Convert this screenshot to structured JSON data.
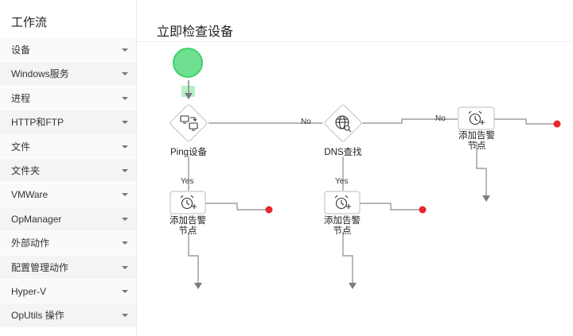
{
  "sidebar": {
    "title": "工作流",
    "items": [
      {
        "label": "设备"
      },
      {
        "label": "Windows服务"
      },
      {
        "label": "进程"
      },
      {
        "label": "HTTP和FTP"
      },
      {
        "label": "文件"
      },
      {
        "label": "文件夹"
      },
      {
        "label": "VMWare"
      },
      {
        "label": "OpManager"
      },
      {
        "label": "外部动作"
      },
      {
        "label": "配置管理动作"
      },
      {
        "label": "Hyper-V"
      },
      {
        "label": "OpUtils 操作"
      }
    ]
  },
  "main": {
    "title": "立即检查设备"
  },
  "workflow": {
    "nodes": {
      "ping": {
        "label": "Ping设备",
        "icon": "network-devices-icon"
      },
      "dns": {
        "label": "DNS查找",
        "icon": "globe-search-icon"
      },
      "alarm1": {
        "label": "添加告警节点",
        "label_line1": "添加告警",
        "label_line2": "节点",
        "icon": "alarm-clock-plus-icon"
      },
      "alarm2": {
        "label": "添加告警节点",
        "label_line1": "添加告警",
        "label_line2": "节点",
        "icon": "alarm-clock-plus-icon"
      },
      "alarm3": {
        "label": "添加告警节点",
        "label_line1": "添加告警",
        "label_line2": "节点",
        "icon": "alarm-clock-plus-icon"
      }
    },
    "connectors": {
      "ping_no": "No",
      "ping_yes": "Yes",
      "dns_no": "No",
      "dns_yes": "Yes"
    },
    "colors": {
      "start": "#6ee08f",
      "start_stroke": "#3fcf6a",
      "end_dot": "#e8262d",
      "line": "#8a8a8a"
    }
  }
}
